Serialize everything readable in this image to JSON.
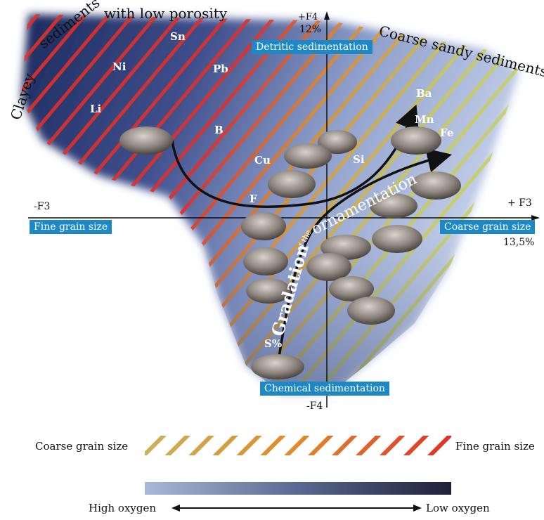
{
  "labels": {
    "clayey": "Clayey",
    "sediments": "sediments",
    "with_low_porosity": "with low porosity",
    "coarse_sandy_sediments": "Coarse sandy sediments",
    "detritic": "Detritic sedimentation",
    "chemical": "Chemical sedimentation",
    "fine_grain_axis": "Fine grain size",
    "coarse_grain_axis": "Coarse grain size",
    "plus_f4": "+F4",
    "plus_f4_value": "12%",
    "minus_f4": "-F4",
    "minus_f3": "-F3",
    "plus_f3": "+ F3",
    "plus_f3_value": "13,5%",
    "gradation_1": "Gradation",
    "gradation_2": "of the",
    "gradation_3": "ornamentation",
    "s_percent": "S%"
  },
  "elements": [
    "Sn",
    "Ni",
    "Pb",
    "Li",
    "B",
    "Cu",
    "F",
    "Si",
    "Ba",
    "Mn",
    "Fe"
  ],
  "legend": {
    "stripe_left": "Coarse grain size",
    "stripe_right": "Fine grain size",
    "oxygen_left": "High oxygen",
    "oxygen_right": "Low oxygen"
  },
  "colors": {
    "dark_blue": "#1b2a5e",
    "light_blue": "#a9b8d8",
    "red_stripe": "#e0302a",
    "orange_stripe": "#e08a2a",
    "yellow_stripe": "#c9c85a",
    "label_blue": "#1e88c4",
    "grain": "#8f8680"
  }
}
